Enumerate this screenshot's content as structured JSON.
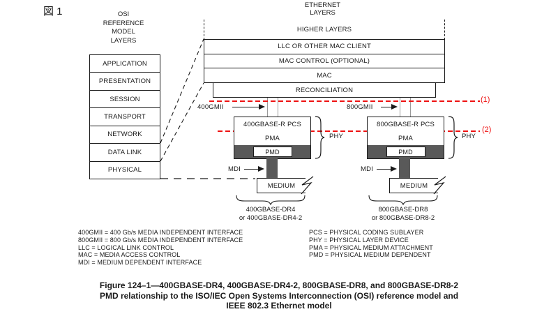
{
  "figure_label": "図 1",
  "osi": {
    "title_lines": [
      "OSI",
      "REFERENCE",
      "MODEL",
      "LAYERS"
    ],
    "layers": [
      "APPLICATION",
      "PRESENTATION",
      "SESSION",
      "TRANSPORT",
      "NETWORK",
      "DATA LINK",
      "PHYSICAL"
    ]
  },
  "ethernet": {
    "title_lines": [
      "ETHERNET",
      "LAYERS"
    ],
    "layers": [
      "HIGHER LAYERS",
      "LLC OR OTHER MAC CLIENT",
      "MAC CONTROL (OPTIONAL)",
      "MAC",
      "RECONCILIATION"
    ]
  },
  "callouts": {
    "one": "(1)",
    "two": "(2)"
  },
  "phy_stacks": [
    {
      "mii_label": "400GMII",
      "pcs": "400GBASE-R PCS",
      "pma": "PMA",
      "pmd": "PMD",
      "phy_label": "PHY",
      "mdi_label": "MDI",
      "medium": "MEDIUM",
      "name_line1": "400GBASE-DR4",
      "name_line2": "or 400GBASE-DR4-2"
    },
    {
      "mii_label": "800GMII",
      "pcs": "800GBASE-R PCS",
      "pma": "PMA",
      "pmd": "PMD",
      "phy_label": "PHY",
      "mdi_label": "MDI",
      "medium": "MEDIUM",
      "name_line1": "800GBASE-DR8",
      "name_line2": "or 800GBASE-DR8-2"
    }
  ],
  "legend": {
    "left": [
      "400GMII = 400 Gb/s MEDIA INDEPENDENT INTERFACE",
      "800GMII = 800 Gb/s MEDIA INDEPENDENT INTERFACE",
      "LLC = LOGICAL LINK CONTROL",
      "MAC = MEDIA ACCESS CONTROL",
      "MDI = MEDIUM DEPENDENT INTERFACE"
    ],
    "right": [
      "PCS = PHYSICAL CODING SUBLAYER",
      "PHY = PHYSICAL LAYER DEVICE",
      "PMA = PHYSICAL MEDIUM ATTACHMENT",
      "PMD = PHYSICAL MEDIUM DEPENDENT"
    ]
  },
  "caption_lines": [
    "Figure 124–1—400GBASE-DR4, 400GBASE-DR4-2, 800GBASE-DR8, and 800GBASE-DR8-2",
    "PMD relationship to the ISO/IEC Open Systems Interconnection (OSI) reference model and",
    "IEEE 802.3 Ethernet model"
  ],
  "colors": {
    "callout_red": "#ee1111",
    "dark_gray_fill": "#595959",
    "connector_gray": "#9a9a9a",
    "ink": "#1a1a1a"
  }
}
